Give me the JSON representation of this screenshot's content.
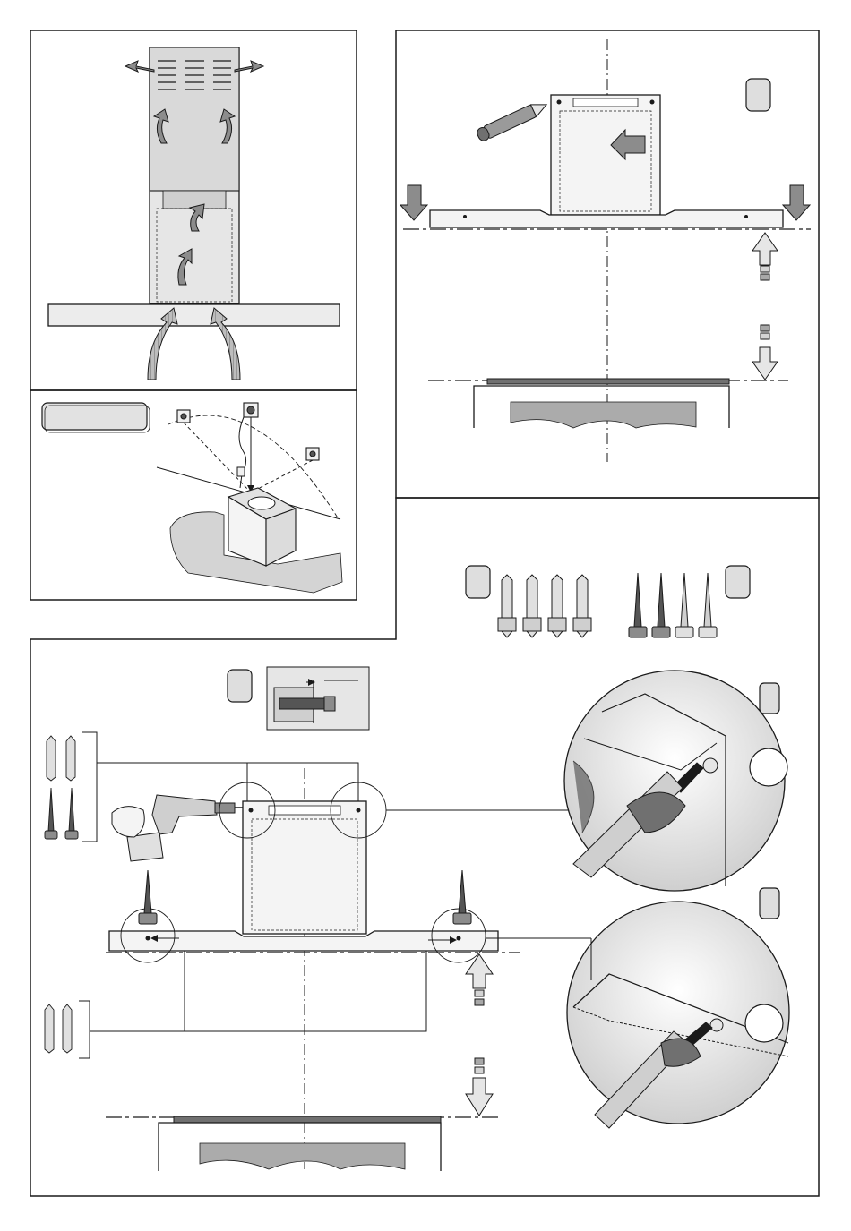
{
  "page": {
    "panels": [
      "recirculation-airflow",
      "cable-routing",
      "marking-holes",
      "fixings-kit",
      "wall-mounting"
    ],
    "step_badges": [
      "badge-1",
      "badge-2",
      "badge-3",
      "badge-4",
      "badge-5",
      "badge-6"
    ],
    "colors": {
      "line": "#1a1a1a",
      "panel_fill": "#e8e8e8",
      "hood_fill": "#f2f2f2",
      "arrow_fill": "#8c8c8c",
      "wall_fill": "#d4d4d4",
      "hob_fill": "#a8a8a8",
      "badge_fill": "#dedede"
    },
    "icons": [
      "pencil-icon",
      "drill-icon",
      "screwdriver-icon",
      "wall-plug-icon",
      "screw-icon",
      "airflow-arrow-icon"
    ]
  }
}
